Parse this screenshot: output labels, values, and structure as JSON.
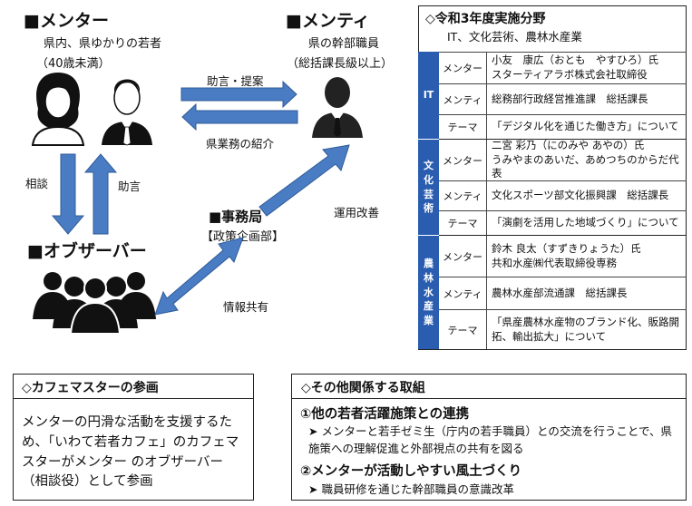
{
  "mentor": {
    "heading": "■メンター",
    "desc_line1": "県内、県ゆかりの若者",
    "desc_line2": "（40歳未満）"
  },
  "mentee": {
    "heading": "■メンティ",
    "desc_line1": "県の幹部職員",
    "desc_line2": "（総括課長級以上）"
  },
  "observer": {
    "heading": "■オブザーバー"
  },
  "office": {
    "heading": "■事務局",
    "sub": "【政策企画部】"
  },
  "arrows": {
    "advice_proposal": "助言・提案",
    "intro_business": "県業務の紹介",
    "consult": "相談",
    "advice": "助言",
    "improve": "運用改善",
    "info_share": "情報共有"
  },
  "colors": {
    "arrow": "#4a7cc4",
    "section": "#2a5db0"
  },
  "table": {
    "title": "◇令和3年度実施分野",
    "subtitle": "IT、文化芸術、農林水産業",
    "sections": [
      {
        "label_chars": [
          "IT"
        ],
        "rows": [
          {
            "role": "メンター",
            "lines": [
              "小友　康広（おとも　やすひろ）氏",
              "スターティアラボ株式会社取締役"
            ]
          },
          {
            "role": "メンティ",
            "lines": [
              "総務部行政経営推進課　総括課長"
            ]
          },
          {
            "role": "テーマ",
            "lines": [
              "「デジタル化を通じた働き方」について"
            ]
          }
        ]
      },
      {
        "label_chars": [
          "文",
          "化",
          "芸",
          "術"
        ],
        "rows": [
          {
            "role": "メンター",
            "lines": [
              "二宮 彩乃（にのみや あやの）氏",
              "うみやまのあいだ、あめつちのからだ代表"
            ]
          },
          {
            "role": "メンティ",
            "lines": [
              "文化スポーツ部文化振興課　総括課長"
            ]
          },
          {
            "role": "テーマ",
            "lines": [
              "「演劇を活用した地域づくり」について"
            ]
          }
        ]
      },
      {
        "label_chars": [
          "農",
          "林",
          "水",
          "産",
          "業"
        ],
        "rows": [
          {
            "role": "メンター",
            "lines": [
              "鈴木 良太（すずきりょうた）氏",
              "共和水産㈱代表取締役専務"
            ]
          },
          {
            "role": "メンティ",
            "lines": [
              "農林水産部流通課　総括課長"
            ]
          },
          {
            "role": "テーマ",
            "lines": [
              "「県産農林水産物のブランド化、販路開",
              "拓、輸出拡大」について"
            ]
          }
        ]
      }
    ]
  },
  "cafe": {
    "title": "◇カフェマスターの参画",
    "body": "メンターの円滑な活動を支援するため、「いわて若者カフェ」のカフェマスターがメンター のオブザーバー（相談役）として参画"
  },
  "other": {
    "title": "◇その他関係する取組",
    "item1_heading": "①他の若者活躍施策との連携",
    "item1_bullet": "➤ メンターと若手ゼミ生（庁内の若手職員）との交流を行うことで、県施策への理解促進と外部視点の共有を図る",
    "item2_heading": "②メンターが活動しやすい風土づくり",
    "item2_bullet": "➤ 職員研修を通じた幹部職員の意識改革"
  }
}
